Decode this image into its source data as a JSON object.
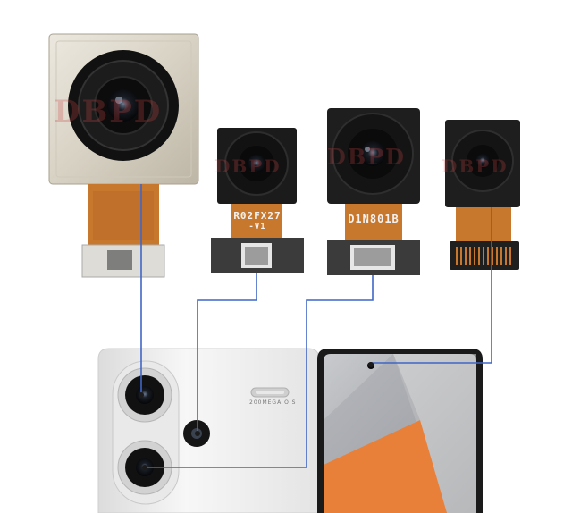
{
  "modules": {
    "wide": {
      "label": "R02FX27",
      "sublabel": "-V1"
    },
    "main": {
      "label": "D1N801B"
    }
  },
  "phone": {
    "back_text": "200MEGA OIS"
  },
  "watermark": {
    "text": "DBPD"
  },
  "colors": {
    "connector_line": "#3f66c7",
    "flex_cable": "#c8782c",
    "phone_body": "#eeeeee",
    "screen_gray": "#b9bbbf",
    "screen_orange": "#e8803a"
  }
}
